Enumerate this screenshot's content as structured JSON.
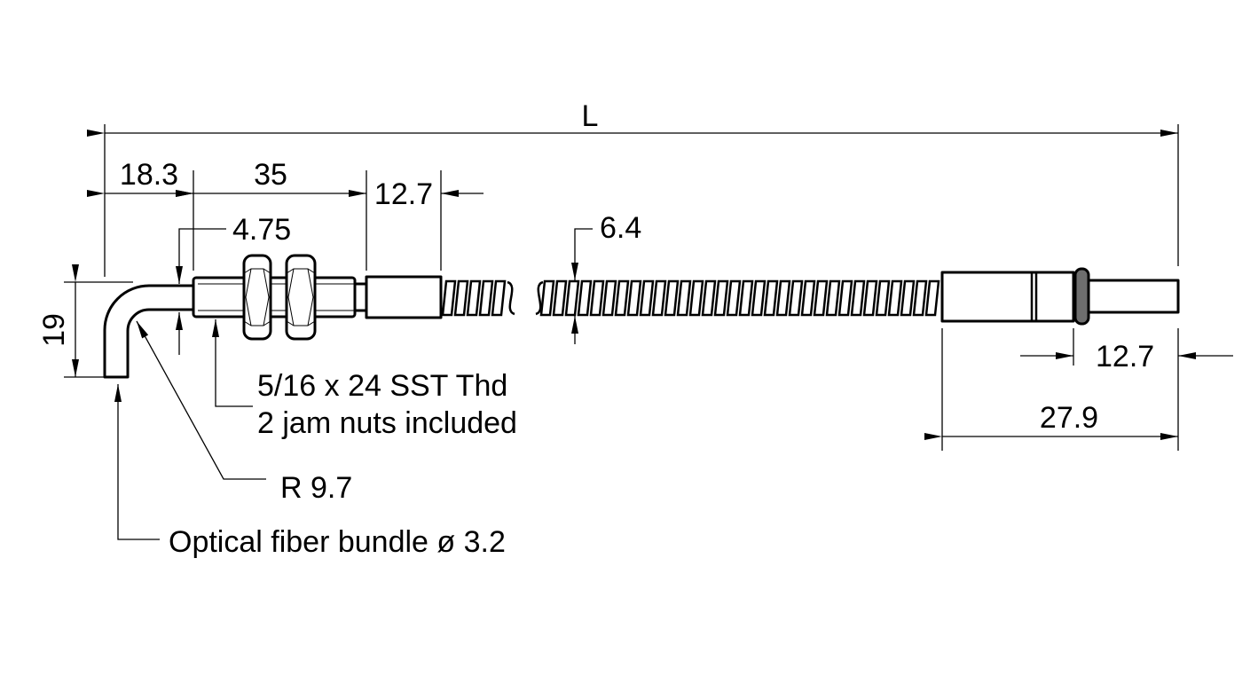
{
  "dimensions": {
    "overall_length": "L",
    "bend_offset": "18.3",
    "thread_length": "35",
    "ferrule_length": "12.7",
    "tube_diameter": "4.75",
    "sheath_diameter": "6.4",
    "bend_height": "19",
    "tip_length": "12.7",
    "connector_length": "27.9"
  },
  "callouts": {
    "thread_line1": "5/16 x 24 SST Thd",
    "thread_line2": "2 jam nuts included",
    "bend_radius": "R 9.7",
    "fiber_bundle": "Optical fiber bundle ø 3.2"
  },
  "colors": {
    "ring": "#6e6e6e"
  }
}
